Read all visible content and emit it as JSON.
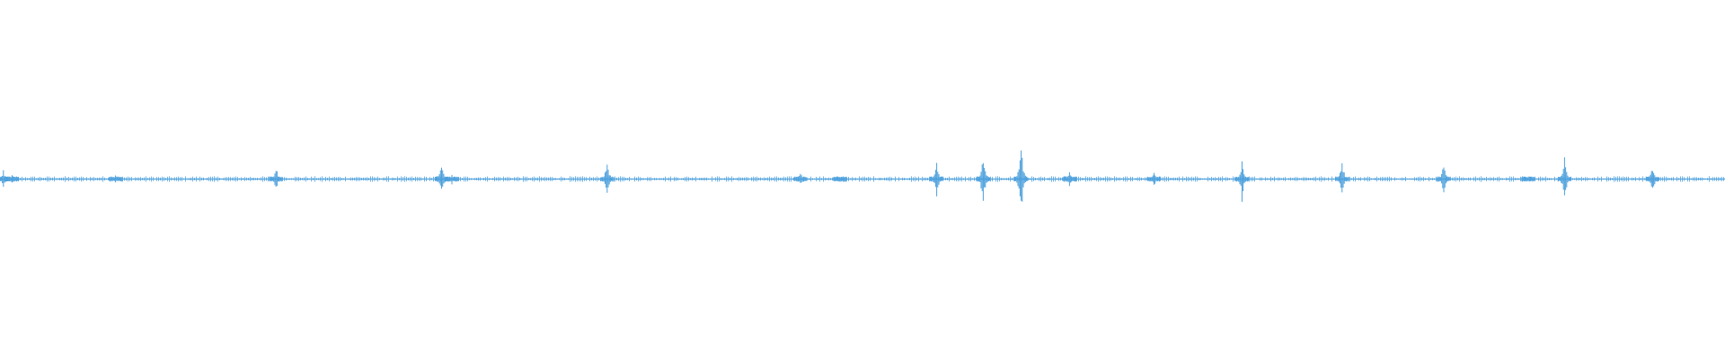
{
  "waveform": {
    "color": "#4a9fdc",
    "baseline_noise_level": 0.012,
    "peaks": [
      {
        "t": 0.002,
        "amp": 0.045
      },
      {
        "t": 0.007,
        "amp": 0.03
      },
      {
        "t": 0.067,
        "amp": 0.02
      },
      {
        "t": 0.16,
        "amp": 0.07
      },
      {
        "t": 0.256,
        "amp": 0.1
      },
      {
        "t": 0.262,
        "amp": 0.03
      },
      {
        "t": 0.352,
        "amp": 0.1
      },
      {
        "t": 0.464,
        "amp": 0.045
      },
      {
        "t": 0.487,
        "amp": 0.02
      },
      {
        "t": 0.543,
        "amp": 0.11
      },
      {
        "t": 0.57,
        "amp": 0.14
      },
      {
        "t": 0.592,
        "amp": 0.2
      },
      {
        "t": 0.62,
        "amp": 0.035
      },
      {
        "t": 0.669,
        "amp": 0.04
      },
      {
        "t": 0.72,
        "amp": 0.11
      },
      {
        "t": 0.778,
        "amp": 0.1
      },
      {
        "t": 0.837,
        "amp": 0.09
      },
      {
        "t": 0.886,
        "amp": 0.02
      },
      {
        "t": 0.907,
        "amp": 0.12
      },
      {
        "t": 0.958,
        "amp": 0.08
      }
    ]
  }
}
